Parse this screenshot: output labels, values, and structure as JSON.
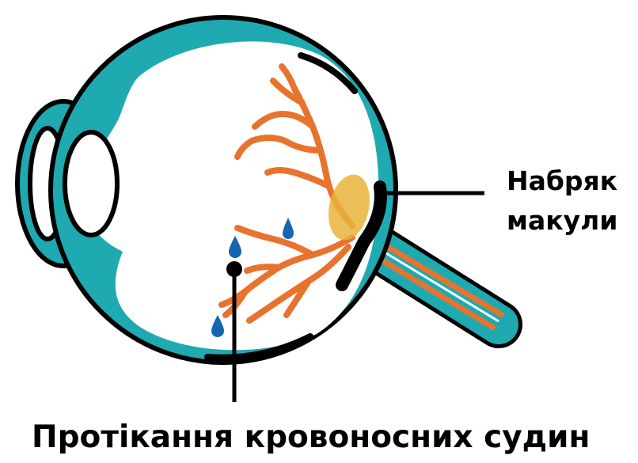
{
  "labels": {
    "macular_edema_line1": "Набряк",
    "macular_edema_line2": "макули",
    "vessel_leakage": "Протікання кровоносних судин"
  },
  "colors": {
    "outline": "#000000",
    "sclera_teal": "#1fa9b0",
    "vessel_orange": "#e8732e",
    "macula_yellow": "#e7b33a",
    "fluid_drop_blue": "#1466b0",
    "background": "#ffffff"
  }
}
